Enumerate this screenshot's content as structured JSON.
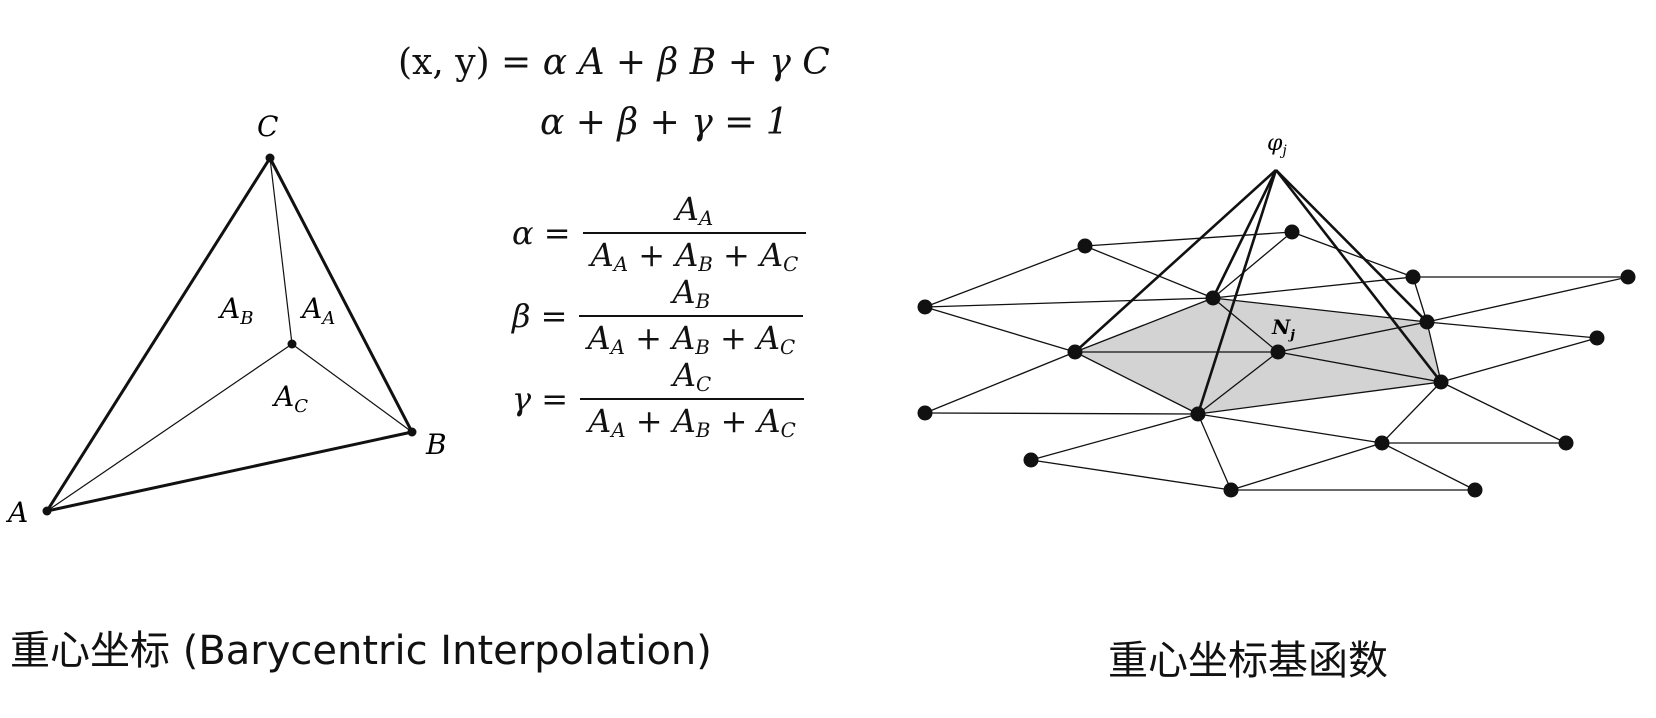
{
  "left_panel": {
    "equation_line1": {
      "lhs": "(x, y) =",
      "t1": "α",
      "v1": "A",
      "t2": "β",
      "v2": "B",
      "t3": "γ",
      "v3": "C"
    },
    "equation_line2": {
      "text": "α + β + γ = 1"
    },
    "triangle": {
      "vertex_labels": {
        "a": "A",
        "b": "B",
        "c": "C"
      },
      "area_labels": {
        "ab": {
          "base": "A",
          "sub": "B"
        },
        "aa": {
          "base": "A",
          "sub": "A"
        },
        "ac": {
          "base": "A",
          "sub": "C"
        }
      }
    },
    "fractions": [
      {
        "symbol": "α",
        "num_sub": "A"
      },
      {
        "symbol": "β",
        "num_sub": "B"
      },
      {
        "symbol": "γ",
        "num_sub": "C"
      }
    ],
    "denominator": {
      "base": "A",
      "subs": [
        "A",
        "B",
        "C"
      ]
    },
    "caption": "重心坐标 (Barycentric Interpolation)"
  },
  "right_panel": {
    "peak_label": {
      "base": "φ",
      "sub": "j"
    },
    "node_label": {
      "base": "N",
      "sub": "j"
    },
    "caption": "重心坐标基函数"
  },
  "colors": {
    "shaded_region": "#d3d3d3",
    "stroke": "#111111"
  }
}
